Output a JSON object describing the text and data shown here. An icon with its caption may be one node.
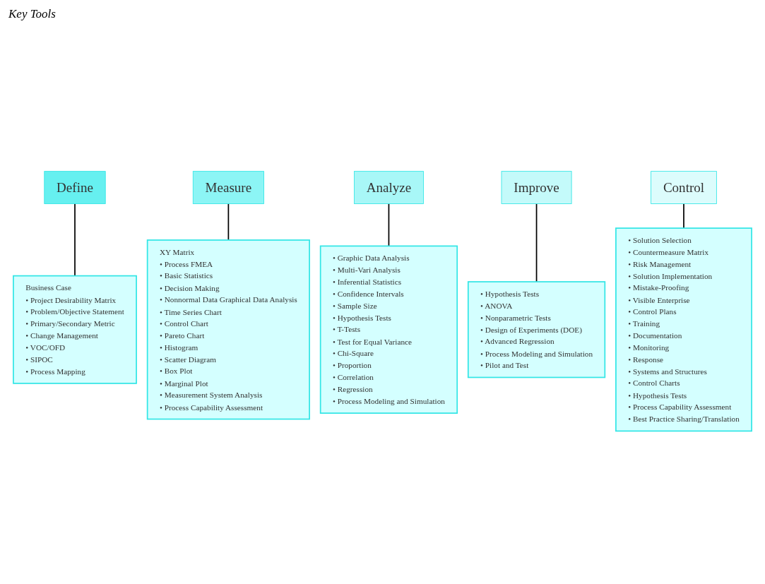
{
  "diagram": {
    "nodes": [
      {
        "text": [
          "Define"
        ]
      },
      {
        "text": [
          "Measure"
        ]
      },
      {
        "text": [
          "Analyze"
        ]
      },
      {
        "text": [
          "Improve"
        ]
      },
      {
        "text": [
          "Control"
        ]
      },
      {
        "text": [
          "Business Case",
          "• Project Desirability Matrix",
          "• Problem/Objective Statement",
          "• Primary/Secondary Metric",
          "• Change Management",
          "• VOC/OFD",
          "• SIPOC",
          "• Process Mapping"
        ]
      },
      {
        "text": [
          "XY Matrix",
          "• Process FMEA",
          "• Basic Statistics",
          "• Decision Making",
          "• Nonnormal Data Graphical Data Analysis",
          "• Time Series Chart",
          "• Control Chart",
          "• Pareto Chart",
          "• Histogram",
          "• Scatter Diagram",
          "• Box Plot",
          "• Marginal Plot",
          "• Measurement System Analysis",
          "• Process Capability Assessment"
        ]
      },
      {
        "text": [
          "• Graphic Data Analysis",
          "• Multi-Vari Analysis",
          "• Inferential Statistics",
          "• Confidence Intervals",
          "• Sample Size",
          "• Hypothesis Tests",
          "• T-Tests",
          "• Test for Equal Variance",
          "• Chi-Square",
          "• Proportion",
          "• Correlation",
          "• Regression",
          "• Process Modeling and Simulation"
        ]
      },
      {
        "text": [
          "• Hypothesis Tests",
          "• ANOVA",
          "• Nonparametric Tests",
          "• Design of Experiments (DOE)",
          "• Advanced Regression",
          "• Process Modeling and Simulation",
          "• Pilot and Test"
        ]
      },
      {
        "text": [
          "• Solution Selection",
          "• Countermeasure Matrix",
          "• Risk Management",
          "• Solution Implementation",
          "• Mistake-Proofing",
          "• Visible Enterprise",
          "• Control Plans",
          "• Training",
          "• Documentation",
          "• Monitoring",
          "• Response",
          "• Systems and Structures",
          "• Control Charts",
          "• Hypothesis Tests",
          "• Process Capability Assessment",
          "• Best Practice Sharing/Translation"
        ]
      }
    ],
    "edges": [
      {
        "from": 0,
        "to": 5,
        "arrow": "none"
      },
      {
        "from": 1,
        "to": 6,
        "arrow": "none"
      },
      {
        "from": 2,
        "to": 7,
        "arrow": "none"
      },
      {
        "from": 3,
        "to": 8,
        "arrow": "none"
      },
      {
        "from": 4,
        "to": 9,
        "arrow": "none"
      }
    ],
    "labels": [
      "Key Tools"
    ]
  }
}
